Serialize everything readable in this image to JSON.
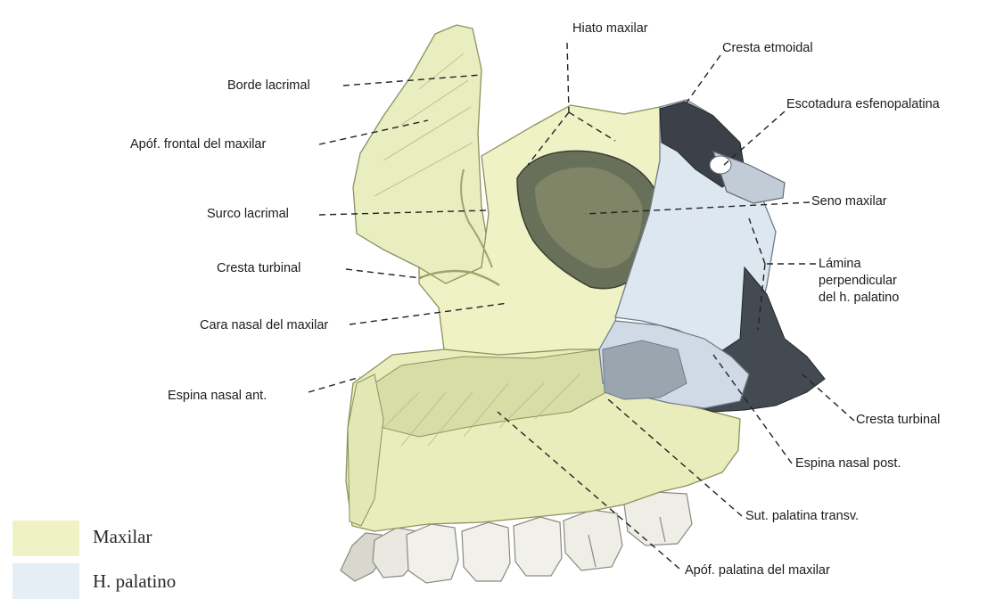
{
  "colors": {
    "maxilar": "#eef2c4",
    "palatino": "#dde7f0",
    "bone_shade": "#c9cf95",
    "palatino_shade": "#8c99a6",
    "dark": "#2e3238",
    "tooth": "#f1f0ea",
    "leader": "#222222"
  },
  "labels": {
    "hiato_maxilar": "Hiato maxilar",
    "cresta_etmoidal": "Cresta etmoidal",
    "escotadura_esfenopalatina": "Escotadura esfenopalatina",
    "borde_lacrimal": "Borde lacrimal",
    "apof_frontal": "Apóf. frontal del maxilar",
    "surco_lacrimal": "Surco lacrimal",
    "seno_maxilar": "Seno maxilar",
    "cresta_turbinal_left": "Cresta turbinal",
    "lamina_perpendicular": "Lámina\nperpendicular\ndel h. palatino",
    "cara_nasal": "Cara nasal del maxilar",
    "espina_nasal_ant": "Espina nasal ant.",
    "cresta_turbinal_right": "Cresta turbinal",
    "espina_nasal_post": "Espina nasal post.",
    "sut_palatina_transv": "Sut. palatina transv.",
    "apof_palatina": "Apóf. palatina del maxilar"
  },
  "legend": {
    "items": [
      {
        "label": "Maxilar",
        "color": "#eef2c4"
      },
      {
        "label": "H. palatino",
        "color": "#e6eef5"
      }
    ]
  }
}
